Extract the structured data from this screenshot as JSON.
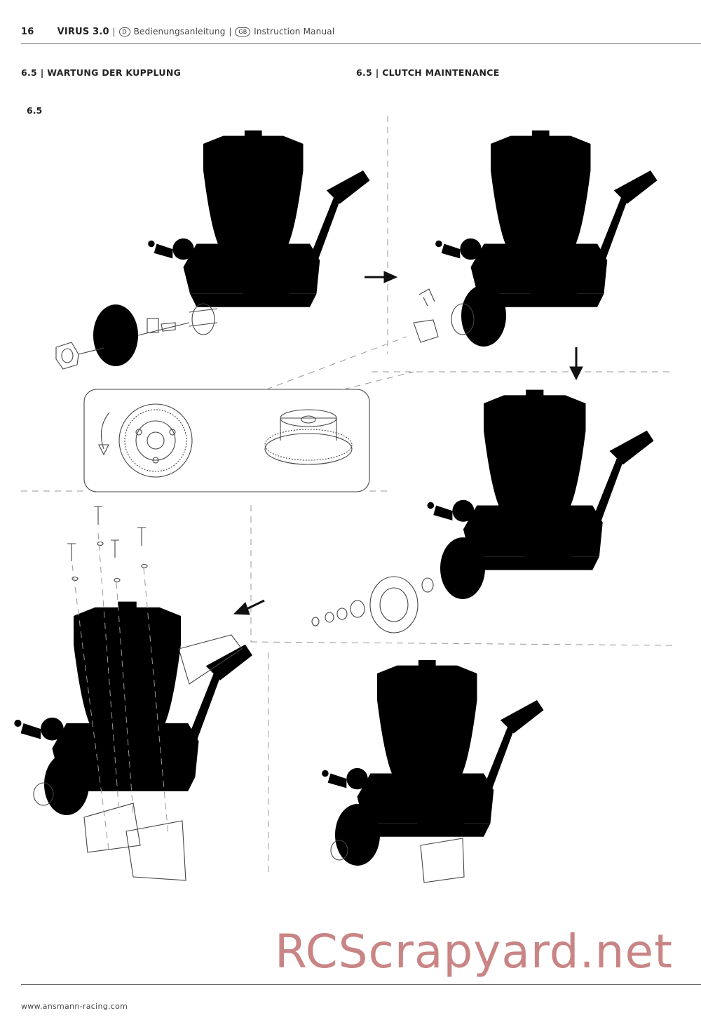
{
  "header": {
    "page_number": "16",
    "product": "VIRUS 3.0",
    "separator": "|",
    "lang_de_badge": "D",
    "lang_de_text": "Bedienungsanleitung",
    "lang_gb_badge": "GB",
    "lang_gb_text": "Instruction Manual"
  },
  "sections": {
    "de_title": "6.5 | WARTUNG DER KUPPLUNG",
    "en_title": "6.5 | CLUTCH MAINTENANCE",
    "step_label": "6.5"
  },
  "footer": {
    "url": "www.ansmann-racing.com"
  },
  "watermark": {
    "text": "RCScrapyard.net"
  },
  "icons": [
    "arrow-right-icon",
    "arrow-down-icon",
    "arrow-left-icon",
    "rotate-arrow-icon"
  ]
}
